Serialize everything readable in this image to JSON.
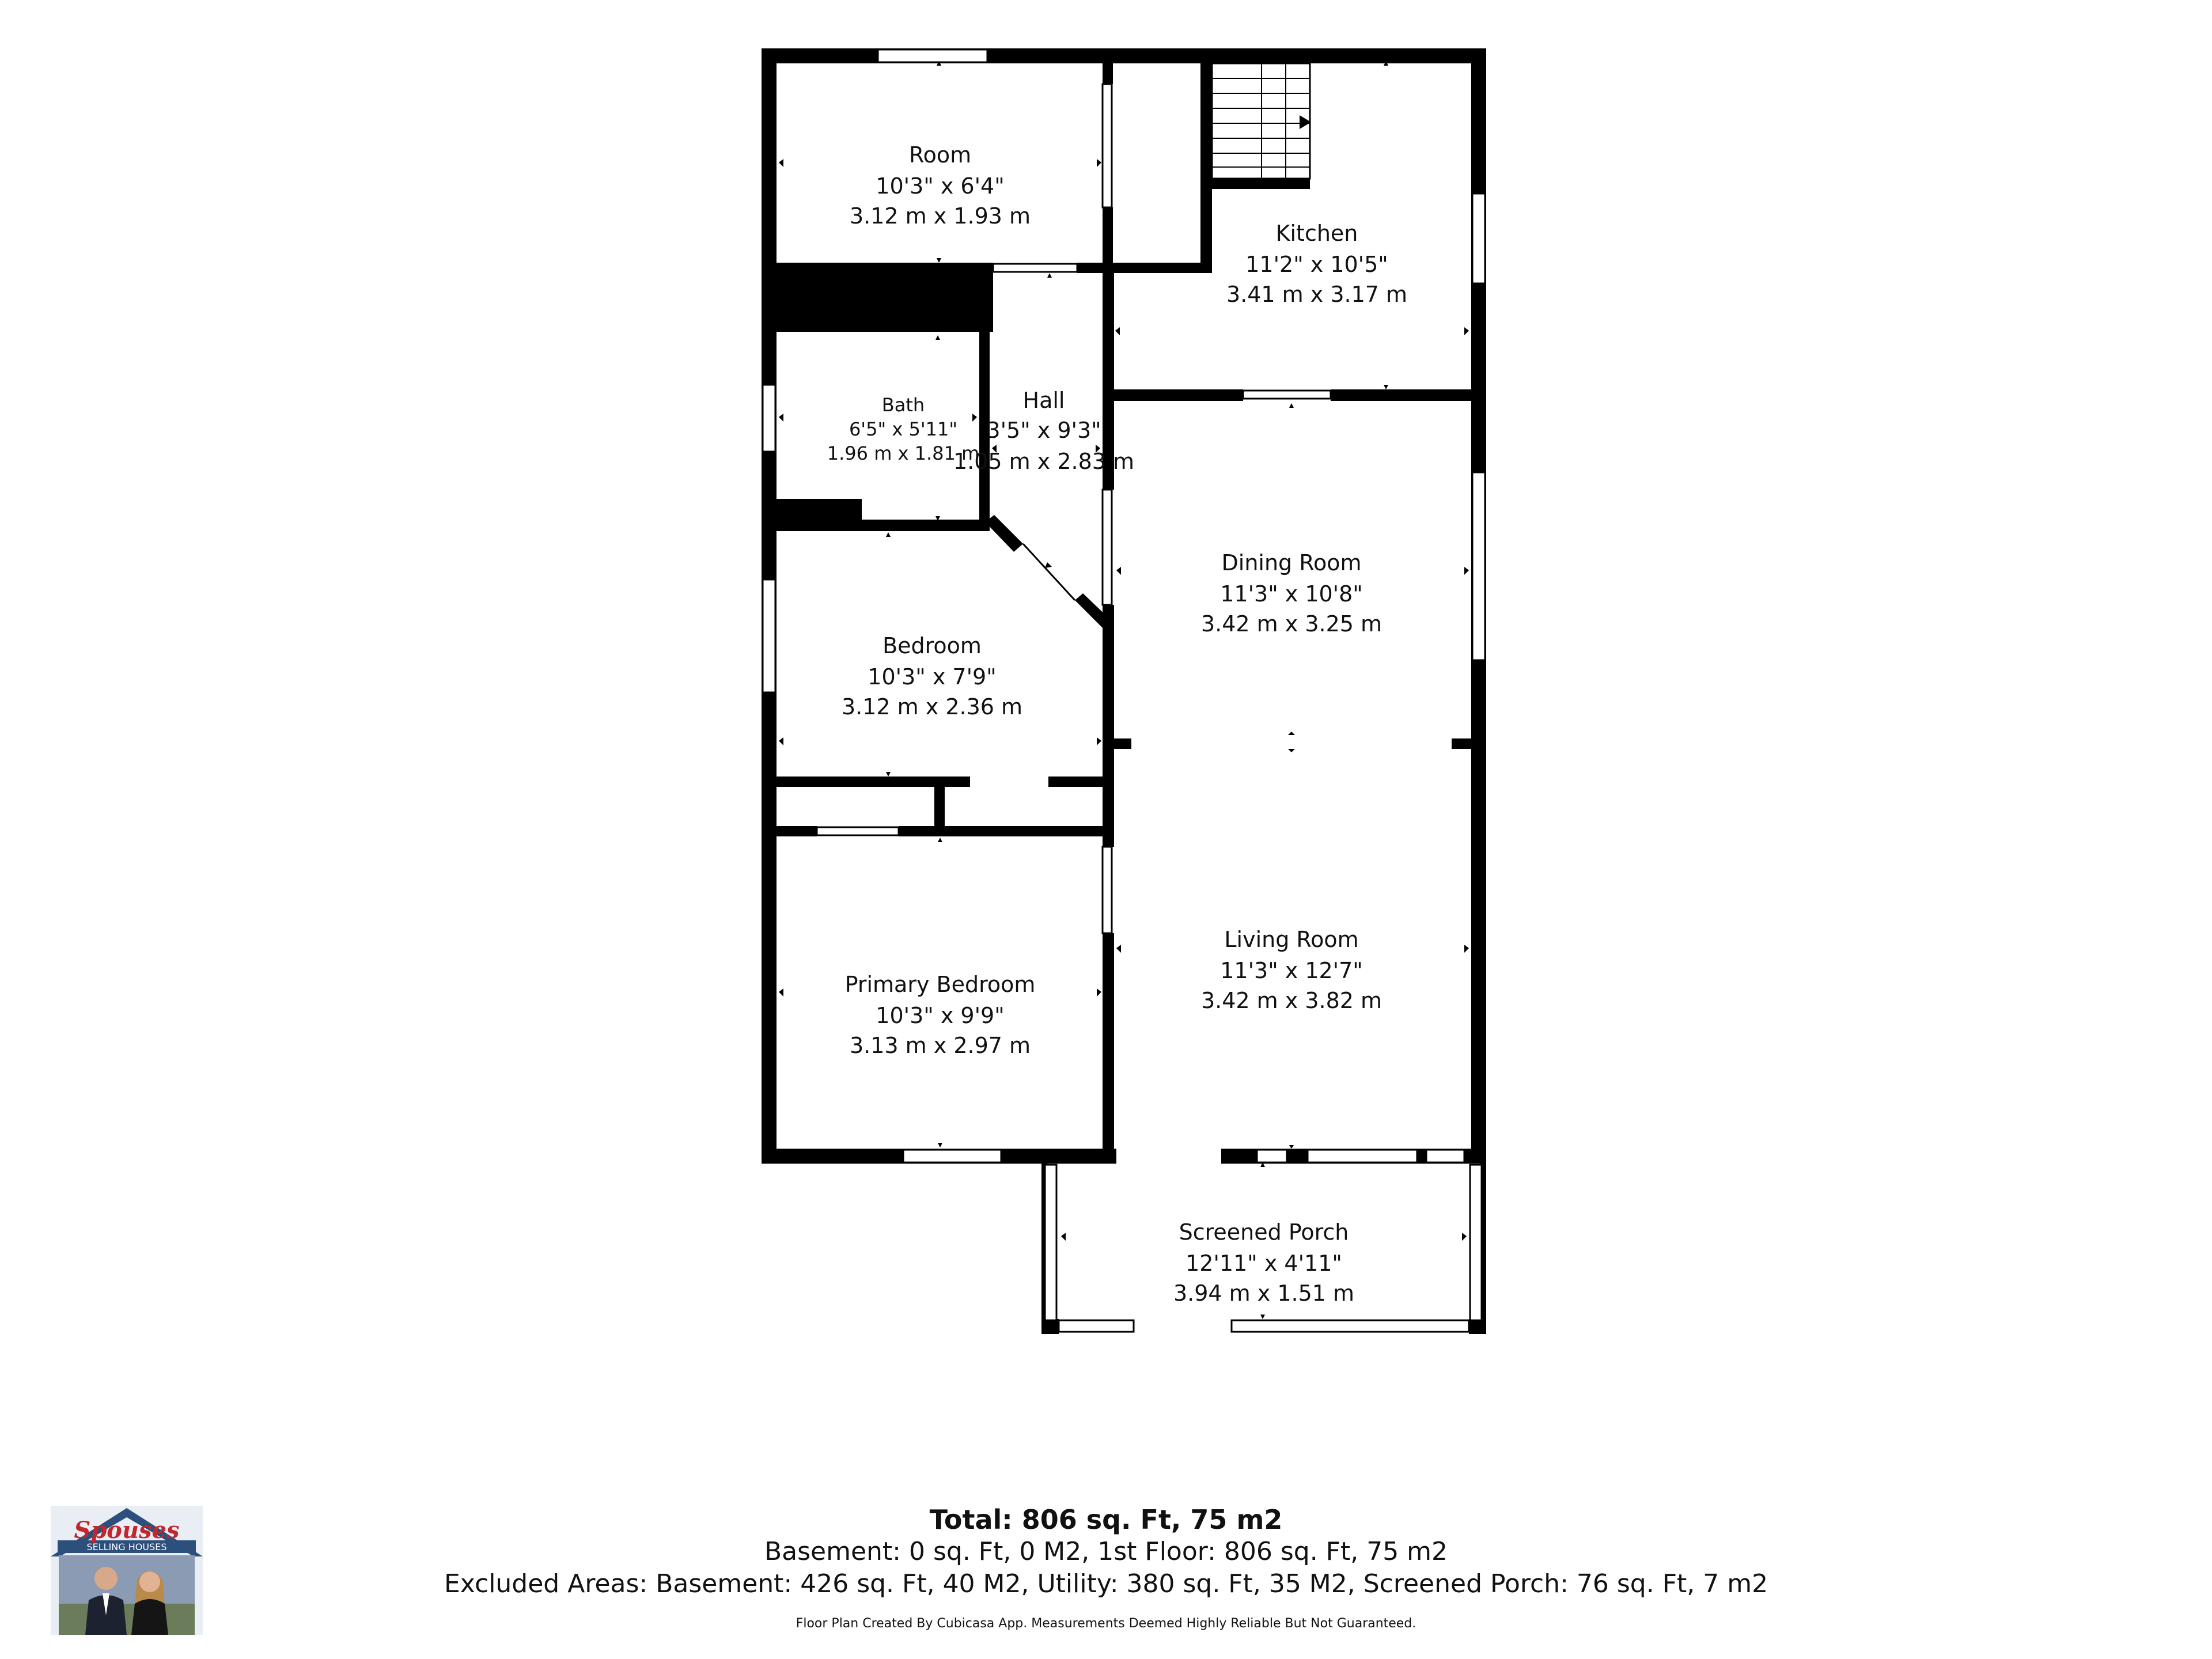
{
  "rooms": {
    "room": {
      "name": "Room",
      "imperial": "10'3\" x 6'4\"",
      "metric": "3.12 m x 1.93 m"
    },
    "kitchen": {
      "name": "Kitchen",
      "imperial": "11'2\" x 10'5\"",
      "metric": "3.41 m x 3.17 m"
    },
    "bath": {
      "name": "Bath",
      "imperial": "6'5\" x 5'11\"",
      "metric": "1.96 m x 1.81 m"
    },
    "hall": {
      "name": "Hall",
      "imperial": "3'5\" x 9'3\"",
      "metric": "1.05 m x 2.83 m"
    },
    "dining": {
      "name": "Dining Room",
      "imperial": "11'3\" x 10'8\"",
      "metric": "3.42 m x 3.25 m"
    },
    "bedroom": {
      "name": "Bedroom",
      "imperial": "10'3\" x 7'9\"",
      "metric": "3.12 m x 2.36 m"
    },
    "living": {
      "name": "Living Room",
      "imperial": "11'3\" x 12'7\"",
      "metric": "3.42 m x 3.82 m"
    },
    "primary": {
      "name": "Primary Bedroom",
      "imperial": "10'3\" x 9'9\"",
      "metric": "3.13 m x 2.97 m"
    },
    "porch": {
      "name": "Screened Porch",
      "imperial": "12'11\" x 4'11\"",
      "metric": "3.94 m x 1.51 m"
    }
  },
  "summary": {
    "total": "Total: 806 sq. Ft, 75 m2",
    "floors": "Basement: 0 sq. Ft, 0 M2, 1st Floor: 806 sq. Ft, 75 m2",
    "excluded": "Excluded Areas: Basement: 426 sq. Ft, 40 M2, Utility: 380 sq. Ft, 35 M2, Screened Porch: 76 sq. Ft, 7 m2",
    "credit": "Floor Plan Created By Cubicasa App. Measurements Deemed Highly Reliable But Not Guaranteed."
  },
  "logo": {
    "brand": "Spouses",
    "tagline": "SELLING HOUSES",
    "colors": {
      "brand": "#c0282d",
      "roof": "#2d4f7c",
      "photo_bg": "#8a9bb3"
    }
  },
  "colors": {
    "wall": "#000000",
    "background": "#ffffff"
  }
}
